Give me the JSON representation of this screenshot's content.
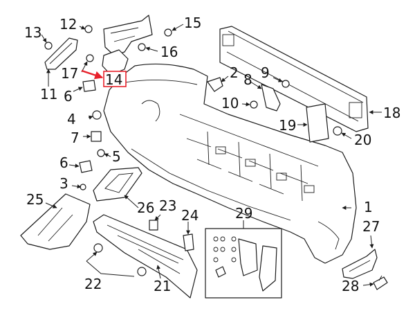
{
  "diagram": {
    "highlight_color": "#e8202a",
    "line_color": "#1a1a1a",
    "highlighted_part": "14",
    "callouts": [
      "1",
      "2",
      "3",
      "4",
      "5",
      "6",
      "6",
      "7",
      "8",
      "9",
      "10",
      "11",
      "12",
      "13",
      "14",
      "15",
      "16",
      "17",
      "18",
      "19",
      "20",
      "21",
      "22",
      "23",
      "24",
      "25",
      "26",
      "27",
      "28",
      "29"
    ]
  }
}
